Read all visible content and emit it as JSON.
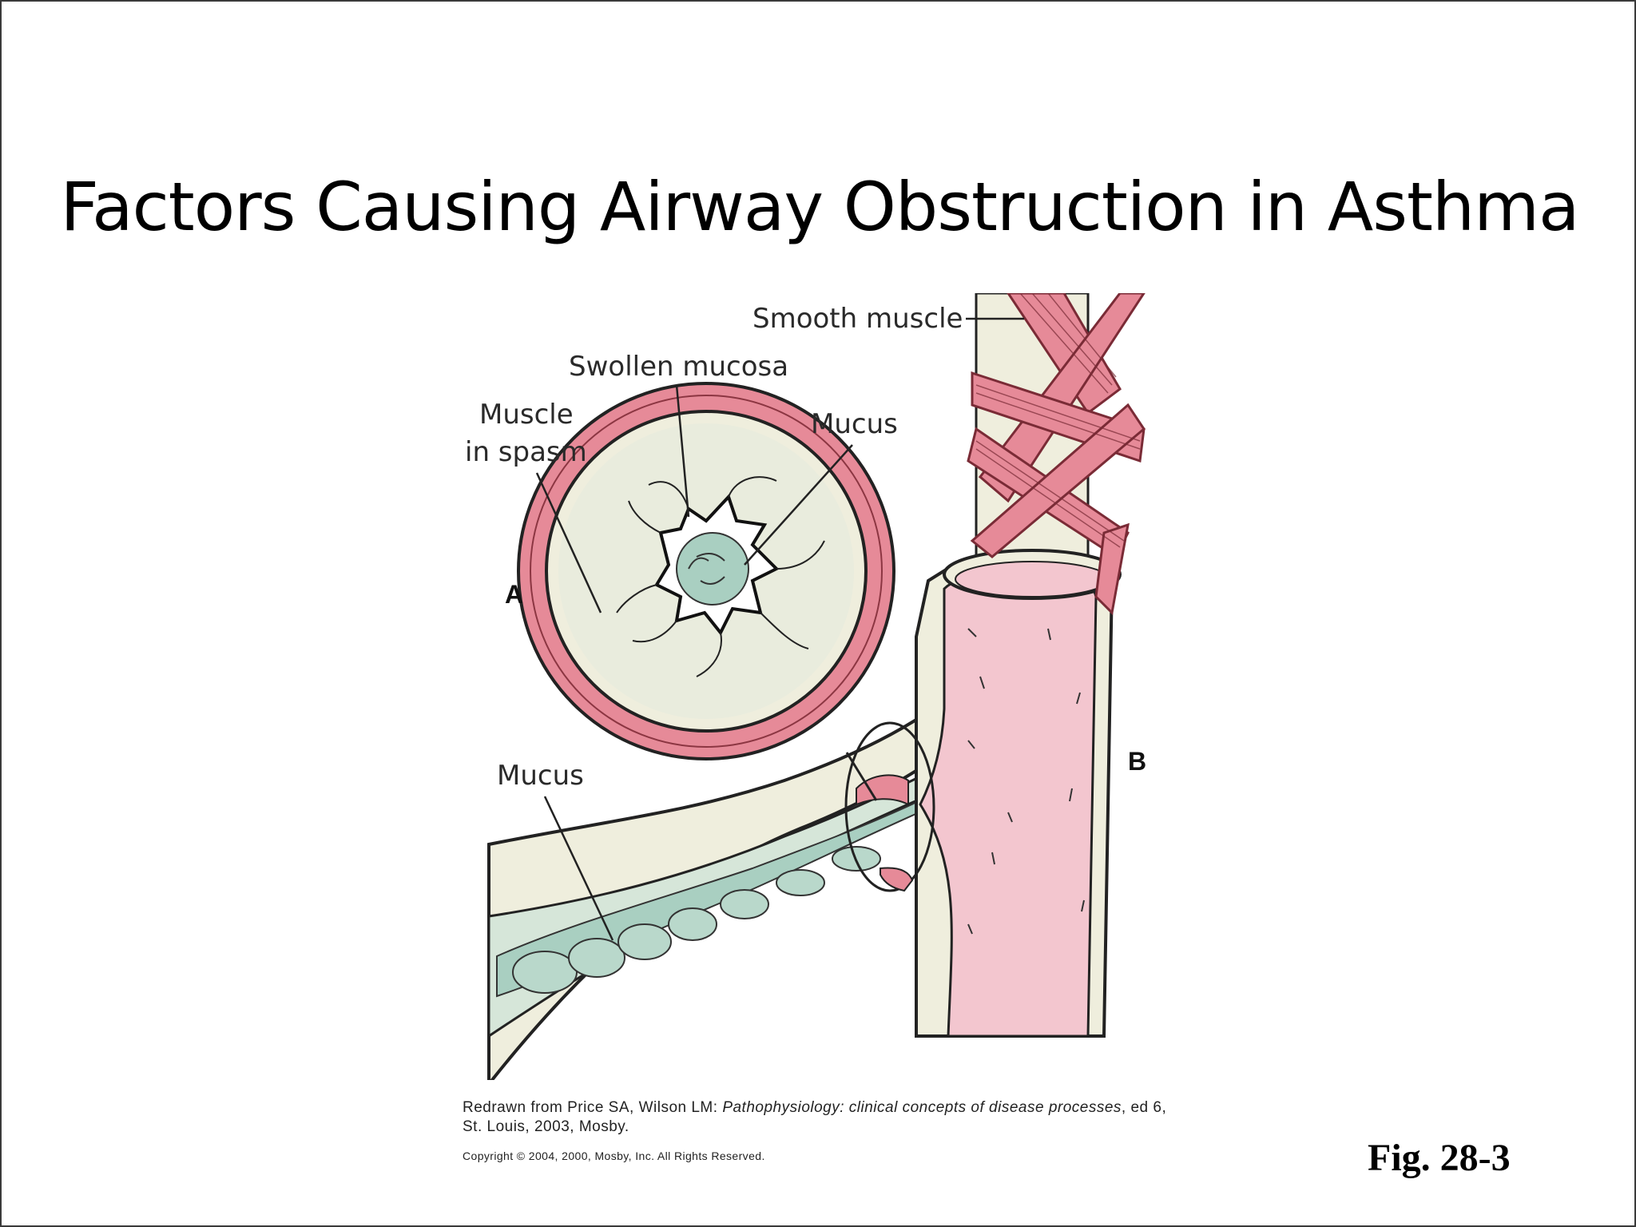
{
  "slide": {
    "title": "Factors Causing Airway Obstruction in Asthma"
  },
  "diagram": {
    "labels": {
      "smooth_muscle": "Smooth muscle",
      "swollen_mucosa": "Swollen mucosa",
      "muscle_line1": "Muscle",
      "muscle_line2": "in spasm",
      "mucus_top": "Mucus",
      "mucus_bottom": "Mucus",
      "panel_a": "A",
      "panel_b": "B"
    },
    "colors": {
      "muscle_pink": "#e68a98",
      "mucosa_cream": "#e9ecdd",
      "mucus_teal": "#a9cfc1",
      "lumen_pink": "#f3c6cf"
    }
  },
  "credit": {
    "prefix": "Redrawn from Price SA, Wilson LM: ",
    "italic1": "Pathophysiology: clinical concepts of disease processes",
    "suffix": ", ed 6, St. Louis, 2003, Mosby.",
    "copyright": "Copyright © 2004, 2000, Mosby, Inc. All Rights Reserved."
  },
  "figure_number": "Fig. 28-3"
}
